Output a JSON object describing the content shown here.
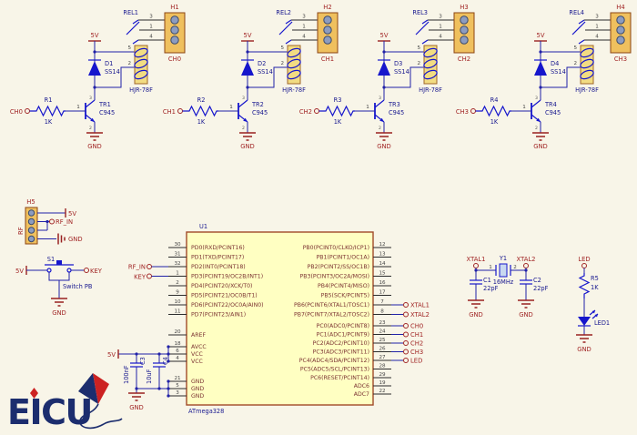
{
  "nets": {
    "v5": "5V",
    "gnd": "GND",
    "key": "KEY",
    "rf_in": "RF_IN",
    "led": "LED",
    "xtal1": "XTAL1",
    "xtal2": "XTAL2"
  },
  "relay_common": {
    "diode_part": "SS14",
    "transistor_part": "C945",
    "resistor_value": "1K",
    "relay_part": "HJR-78F",
    "pins": {
      "contact_no": "3",
      "contact_com": "1",
      "contact_nc": "4",
      "coil_a": "5",
      "coil_b": "2",
      "base": "1",
      "collector": "3",
      "emitter": "2"
    }
  },
  "relay_circuits": [
    {
      "input": "CH0",
      "resistor": "R1",
      "transistor": "TR1",
      "diode": "D1",
      "relay": "REL1",
      "header": "H1",
      "header_net": "CH0"
    },
    {
      "input": "CH1",
      "resistor": "R2",
      "transistor": "TR2",
      "diode": "D2",
      "relay": "REL2",
      "header": "H2",
      "header_net": "CH1"
    },
    {
      "input": "CH2",
      "resistor": "R3",
      "transistor": "TR3",
      "diode": "D3",
      "relay": "REL3",
      "header": "H3",
      "header_net": "CH2"
    },
    {
      "input": "CH3",
      "resistor": "R4",
      "transistor": "TR4",
      "diode": "D4",
      "relay": "REL4",
      "header": "H4",
      "header_net": "CH3"
    }
  ],
  "mcu": {
    "designator": "U1",
    "part": "ATmega328",
    "left_pins": [
      {
        "num": "30",
        "label": "PD0(RXD/PCINT16)"
      },
      {
        "num": "31",
        "label": "PD1(TXD/PCINT17)"
      },
      {
        "num": "32",
        "label": "PD2(INT0/PCINT18)"
      },
      {
        "num": "1",
        "label": "PD3(PCINT19/OC2B/INT1)"
      },
      {
        "num": "2",
        "label": "PD4(PCINT20/XCK/T0)"
      },
      {
        "num": "9",
        "label": "PD5(PCINT21/OC0B/T1)"
      },
      {
        "num": "10",
        "label": "PD6(PCINT22/OC0A/AIN0)"
      },
      {
        "num": "11",
        "label": "PD7(PCINT23/AIN1)"
      }
    ],
    "power_pins": [
      {
        "num": "20",
        "label": "AREF"
      },
      {
        "num": "18",
        "label": "AVCC"
      },
      {
        "num": "6",
        "label": "VCC"
      },
      {
        "num": "4",
        "label": "VCC"
      },
      {
        "num": "21",
        "label": "GND"
      },
      {
        "num": "5",
        "label": "GND"
      },
      {
        "num": "3",
        "label": "GND"
      }
    ],
    "pb_pins": [
      {
        "num": "12",
        "label": "PB0(PCINT0/CLKO/ICP1)"
      },
      {
        "num": "13",
        "label": "PB1(PCINT1/OC1A)"
      },
      {
        "num": "14",
        "label": "PB2(PCINT2/SS/OC1B)"
      },
      {
        "num": "15",
        "label": "PB3(PCINT3/OC2A/MOSI)"
      },
      {
        "num": "16",
        "label": "PB4(PCINT4/MISO)"
      },
      {
        "num": "17",
        "label": "PB5(SCK/PCINT5)"
      },
      {
        "num": "7",
        "label": "PB6(PCINT6/XTAL1/TOSC1)"
      },
      {
        "num": "8",
        "label": "PB7(PCINT7/XTAL2/TOSC2)"
      }
    ],
    "pc_pins": [
      {
        "num": "23",
        "label": "PC0(ADC0/PCINT8)"
      },
      {
        "num": "24",
        "label": "PC1(ADC1/PCINT9)"
      },
      {
        "num": "25",
        "label": "PC2(ADC2/PCINT10)"
      },
      {
        "num": "26",
        "label": "PC3(ADC3/PCINT11)"
      },
      {
        "num": "27",
        "label": "PC4(ADC4/SDA/PCINT12)"
      },
      {
        "num": "28",
        "label": "PC5(ADC5/SCL/PCINT13)"
      },
      {
        "num": "29",
        "label": "PC6(RESET/PCINT14)"
      }
    ],
    "adc_pins": [
      {
        "num": "19",
        "label": "ADC6"
      },
      {
        "num": "22",
        "label": "ADC7"
      }
    ]
  },
  "mcu_right_terminals": [
    "XTAL1",
    "XTAL2",
    "CH0",
    "CH1",
    "CH2",
    "CH3",
    "LED"
  ],
  "rf_header": {
    "designator": "H5",
    "side_label": "RF"
  },
  "push_switch": {
    "designator": "S1",
    "label": "Switch PB"
  },
  "crystal": {
    "designator": "Y1",
    "value": "16MHz",
    "pin1": "1",
    "pin2": "2",
    "c1": {
      "designator": "C1",
      "value": "22pF"
    },
    "c2": {
      "designator": "C2",
      "value": "22pF"
    }
  },
  "decoupling": {
    "c3": {
      "designator": "C3",
      "value": "100nF"
    },
    "c4": {
      "designator": "C4",
      "value": "10uF"
    }
  },
  "led_circuit": {
    "resistor": "R5",
    "resistor_value": "1K",
    "designator": "LED1"
  },
  "logo": {
    "text": "EICU"
  },
  "colors": {
    "wire": "#2121A8",
    "component": "#1616CC",
    "net_label": "#A12525",
    "designator": "#18188F",
    "mcu_fill": "#FFFFC2",
    "mcu_border": "#A14A2A",
    "connector_fill": "#EFC05E",
    "background": "#F8F5E8"
  }
}
